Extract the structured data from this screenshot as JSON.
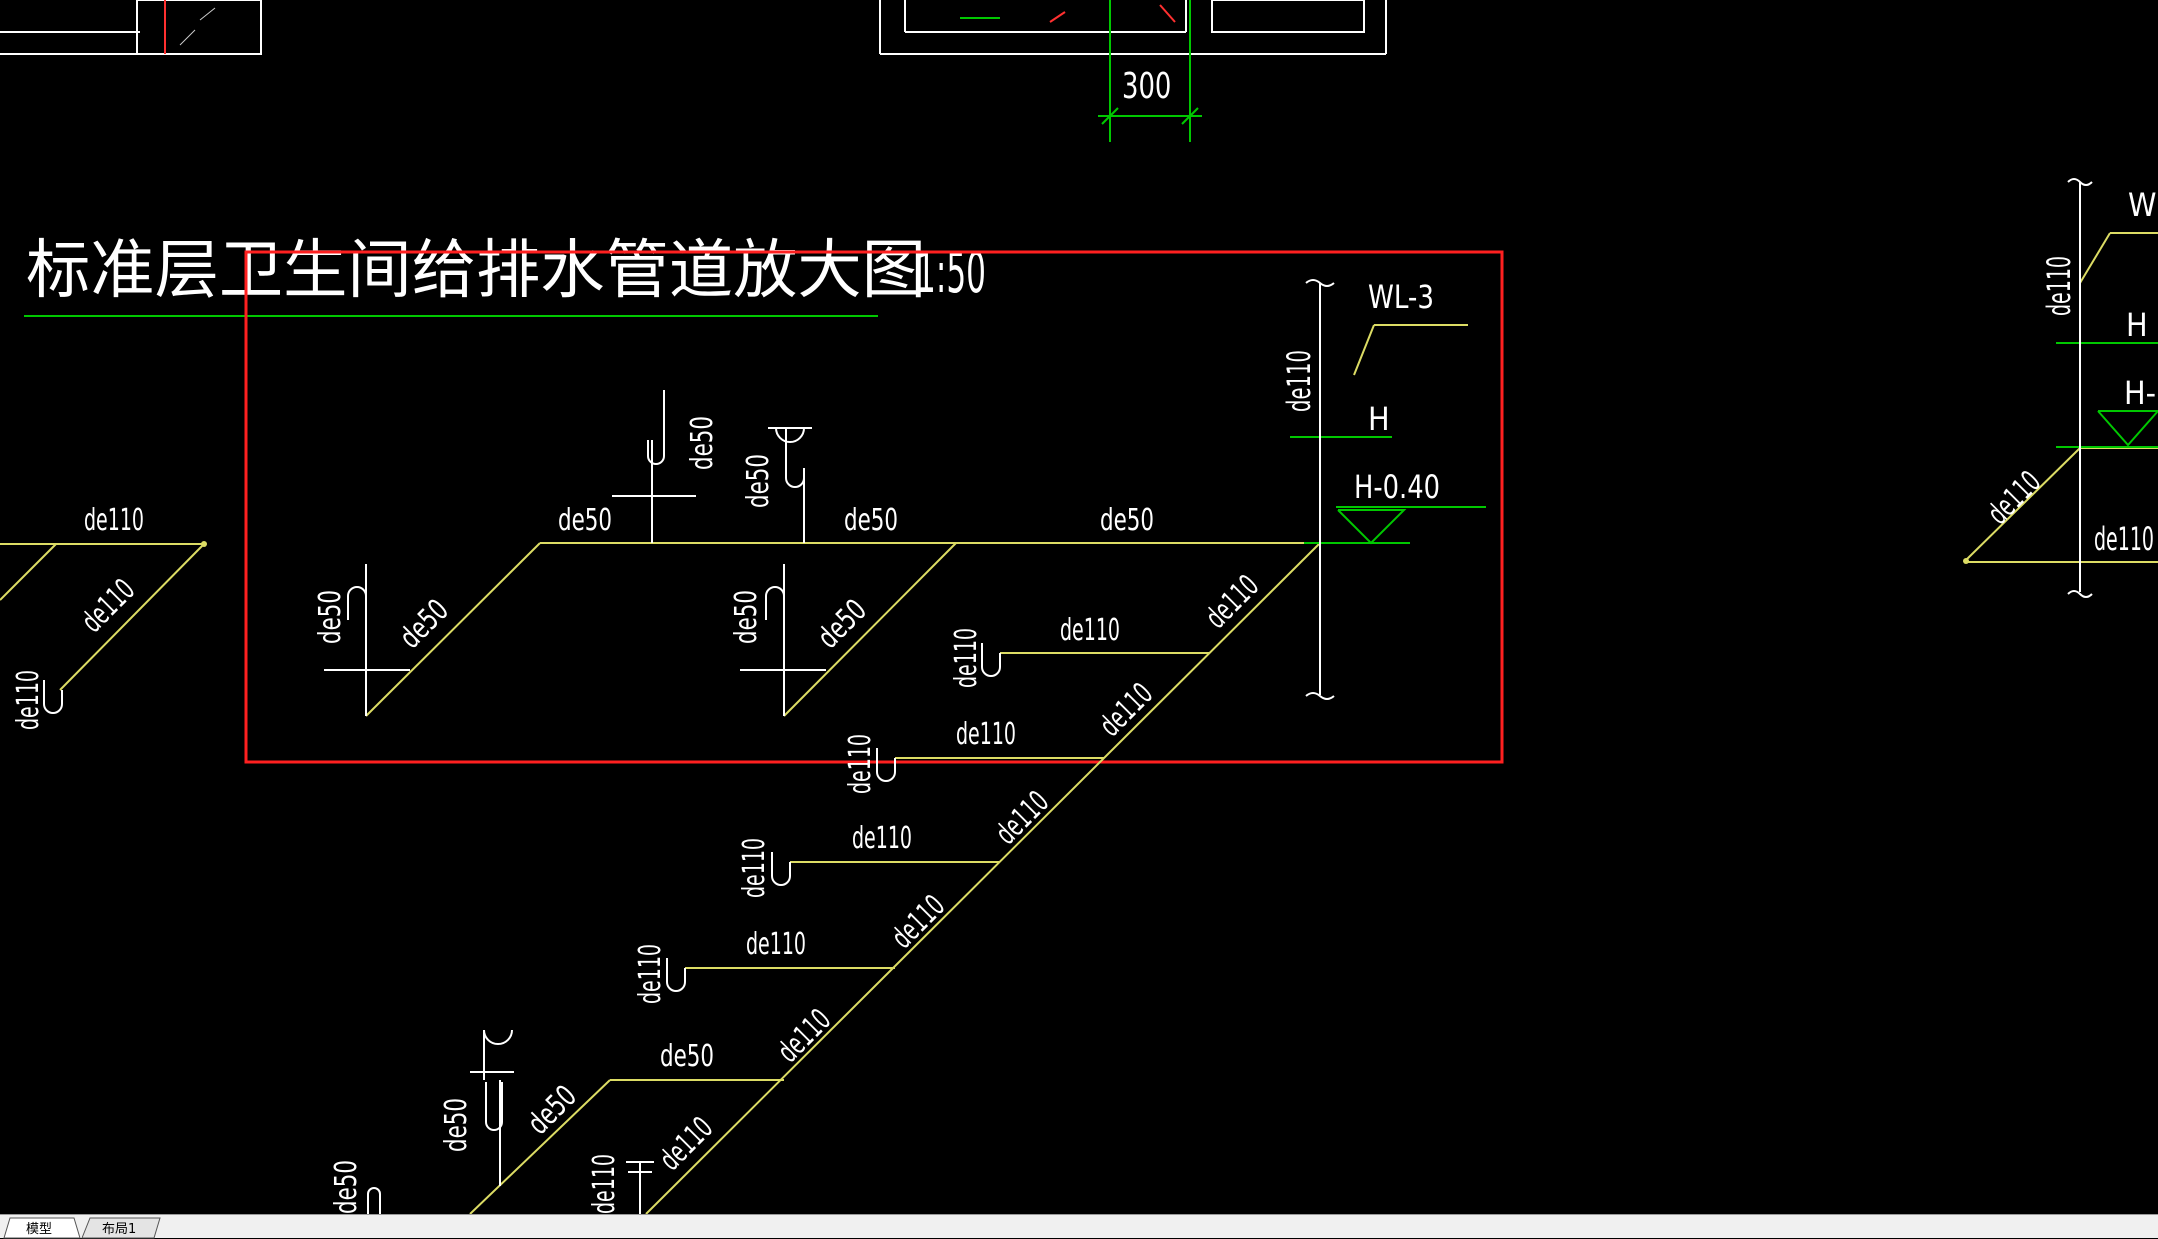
{
  "drawing": {
    "title": "标准层卫生间给排水管道放大图",
    "scale": "1:50",
    "dim_300": "300",
    "stack": {
      "pipe_id": "WL-3",
      "size": "de110",
      "level_h": "H",
      "level_h_minus": "H-0.40"
    },
    "labels": {
      "de110": "de110",
      "de50": "de50"
    },
    "right_fragment": {
      "id": "WL",
      "h": "H",
      "h_minus": "H-",
      "size": "de110"
    }
  },
  "tabs": [
    {
      "label": "模型",
      "active": true
    },
    {
      "label": "布局1",
      "active": false
    }
  ],
  "colors": {
    "background": "#000000",
    "line_white": "#ffffff",
    "line_yellow": "#dcdc64",
    "line_green": "#00c800",
    "highlight_red": "#ff2020"
  }
}
